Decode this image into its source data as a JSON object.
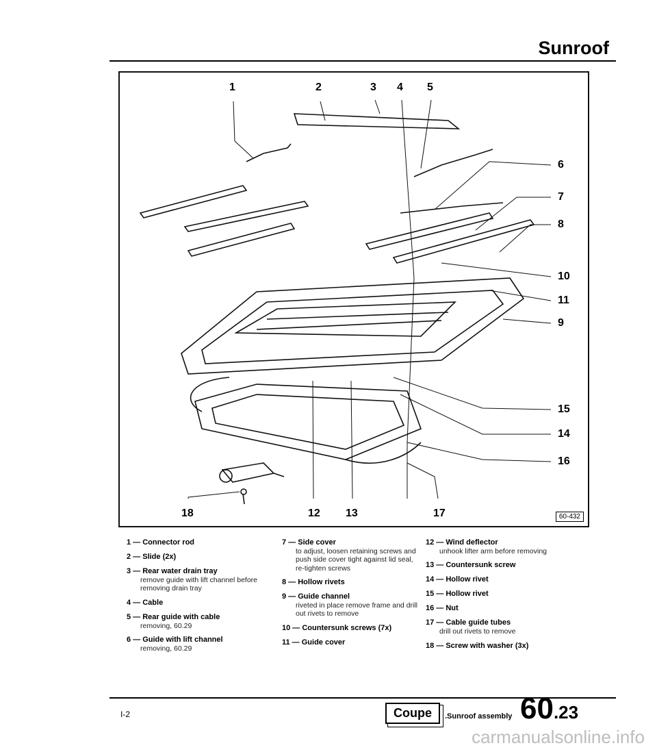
{
  "header": {
    "title": "Sunroof"
  },
  "figure": {
    "code": "60-432",
    "callouts_top": [
      "1",
      "2",
      "3",
      "4",
      "5"
    ],
    "callouts_right": [
      "6",
      "7",
      "8",
      "10",
      "11",
      "9",
      "15",
      "14",
      "16"
    ],
    "callouts_bottom": [
      "18",
      "12",
      "13",
      "17"
    ]
  },
  "legend": {
    "col1": [
      {
        "head": "1 — Connector rod",
        "sub": ""
      },
      {
        "head": "2 — Slide (2x)",
        "sub": ""
      },
      {
        "head": "3 — Rear water drain tray",
        "sub": "remove guide with lift channel before removing drain tray"
      },
      {
        "head": "4 — Cable",
        "sub": ""
      },
      {
        "head": "5 — Rear guide with cable",
        "sub": "removing, 60.29"
      },
      {
        "head": "6 — Guide with lift channel",
        "sub": "removing, 60.29"
      }
    ],
    "col2": [
      {
        "head": "7 — Side cover",
        "sub": "to adjust, loosen retaining screws and push side cover tight against lid seal, re-tighten screws"
      },
      {
        "head": "8 — Hollow rivets",
        "sub": ""
      },
      {
        "head": "9 — Guide channel",
        "sub": "riveted in place remove frame and drill out rivets to remove"
      },
      {
        "head": "10 — Countersunk screws (7x)",
        "sub": ""
      },
      {
        "head": "11 — Guide cover",
        "sub": ""
      }
    ],
    "col3": [
      {
        "head": "12 — Wind deflector",
        "sub": "unhook lifter arm before removing"
      },
      {
        "head": "13 — Countersunk screw",
        "sub": ""
      },
      {
        "head": "14 — Hollow rivet",
        "sub": ""
      },
      {
        "head": "15 — Hollow rivet",
        "sub": ""
      },
      {
        "head": "16 — Nut",
        "sub": ""
      },
      {
        "head": "17 — Cable guide tubes",
        "sub": "drill out rivets to remove"
      },
      {
        "head": "18 — Screw with washer (3x)",
        "sub": ""
      }
    ]
  },
  "footer": {
    "page_left": "I-2",
    "model": "Coupe",
    "group_name": ".Sunroof assembly",
    "page_major": "60",
    "page_minor": ".23"
  },
  "watermark": "carmanualsonline.info"
}
